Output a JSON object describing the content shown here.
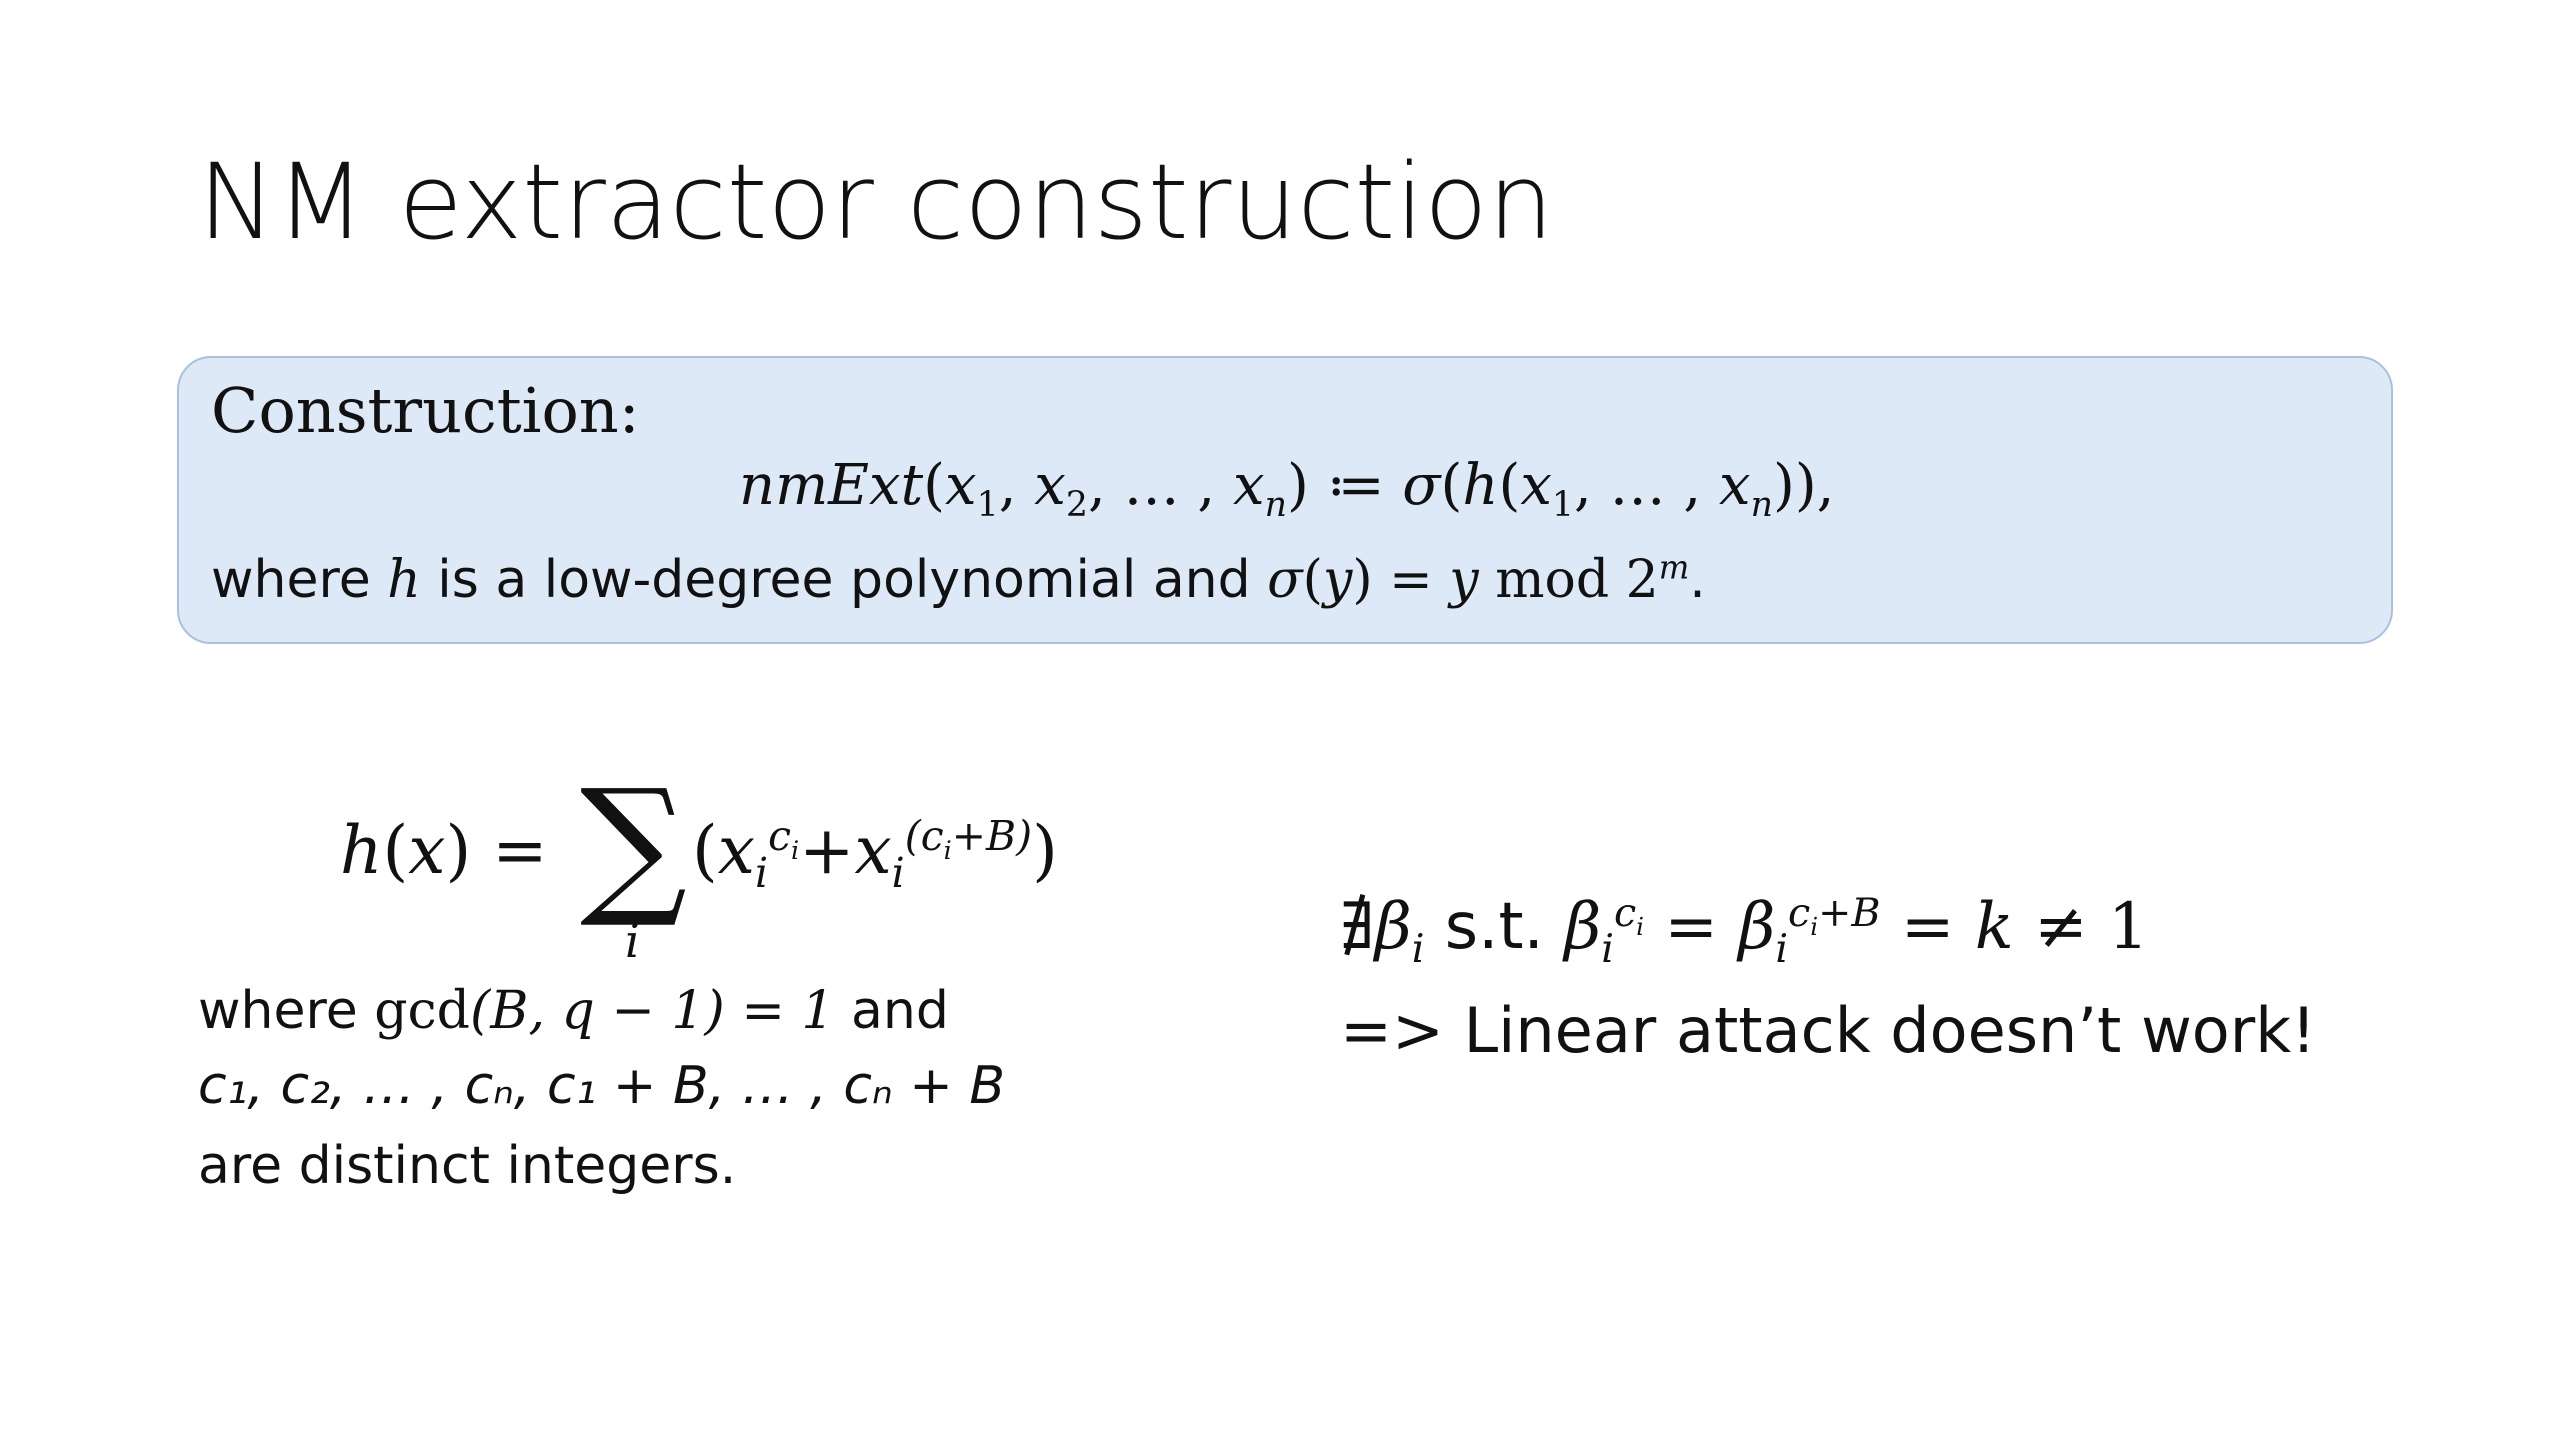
{
  "slide": {
    "title": "NM extractor construction"
  },
  "construction": {
    "heading": "Construction:",
    "formula": {
      "lhs": "nmExt",
      "args_open": "(",
      "x1": "x",
      "sub1": "1",
      "sep1": ", ",
      "x2": "x",
      "sub2": "2",
      "sep2": ", … , ",
      "xn": "x",
      "subn": "n",
      "args_close": ") ≔ ",
      "sigma": "σ",
      "inner_open": "(",
      "h": "h",
      "h_open": "(",
      "hx1": "x",
      "hsub1": "1",
      "hsep": ", … , ",
      "hxn": "x",
      "hsubn": "n",
      "close": ")),"
    },
    "where_line": {
      "prefix": "where ",
      "h": "h",
      "middle": " is a low-degree polynomial and ",
      "sigma": "σ",
      "open": "(",
      "y": "y",
      "eq": ") = ",
      "y2": "y",
      "mod": " mod 2",
      "exp": "m",
      "end": "."
    }
  },
  "h_definition": {
    "lhs": "h",
    "open": "(",
    "x": "x",
    "close_eq": ") =",
    "sum": "∑",
    "index": "i",
    "term_open": "(",
    "term1_base": "x",
    "term1_sub": "i",
    "term1_sup": "c",
    "term1_sup_sub": "i",
    "plus": "+",
    "term2_base": "x",
    "term2_sub": "i",
    "term2_sup": "(c",
    "term2_sup_sub": "i",
    "term2_sup_rest": "+B)",
    "term_close": ")"
  },
  "conditions": {
    "line1_prefix": "where ",
    "gcd": "gcd",
    "gcd_args": "(B, q − 1) = 1",
    "line1_suffix": " and",
    "line2": "c₁, c₂, … , cₙ, c₁ + B, … , cₙ + B",
    "line3": "are distinct integers."
  },
  "claim": {
    "not_exists": "∄",
    "beta": "β",
    "beta_sub": "i",
    "st": " s.t. ",
    "beta2": "β",
    "beta2_sub": "i",
    "beta2_sup": "c",
    "beta2_sup_sub": "i",
    "eq1": " = ",
    "beta3": "β",
    "beta3_sub": "i",
    "beta3_sup": "c",
    "beta3_sup_sub": "i",
    "beta3_sup_rest": "+B",
    "eq2": " = ",
    "k": "k",
    "neq": " ≠ 1",
    "conclusion": "=> Linear attack doesn’t work!"
  }
}
